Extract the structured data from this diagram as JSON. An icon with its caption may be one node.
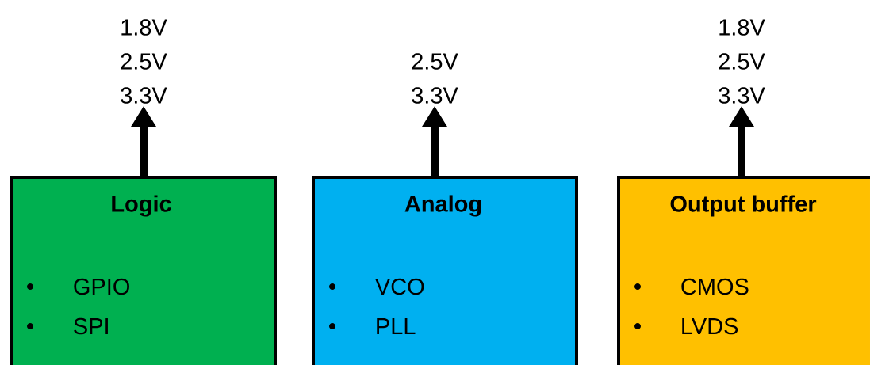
{
  "diagram": {
    "nodes": [
      {
        "text": [
          "1.8V",
          "2.5V",
          "3.3V"
        ]
      },
      {
        "text": [
          "2.5V",
          "3.3V"
        ]
      },
      {
        "text": [
          "1.8V",
          "2.5V",
          "3.3V"
        ]
      },
      {
        "text": [
          "Logic",
          "GPIO",
          "SPI"
        ]
      },
      {
        "text": [
          "Analog",
          "VCO",
          "PLL"
        ]
      },
      {
        "text": [
          "Output buffer",
          "CMOS",
          "LVDS"
        ]
      }
    ],
    "edges": [
      {
        "from": 3,
        "to": 0,
        "arrow": "to"
      },
      {
        "from": 4,
        "to": 1,
        "arrow": "to"
      },
      {
        "from": 5,
        "to": 2,
        "arrow": "to"
      }
    ]
  }
}
